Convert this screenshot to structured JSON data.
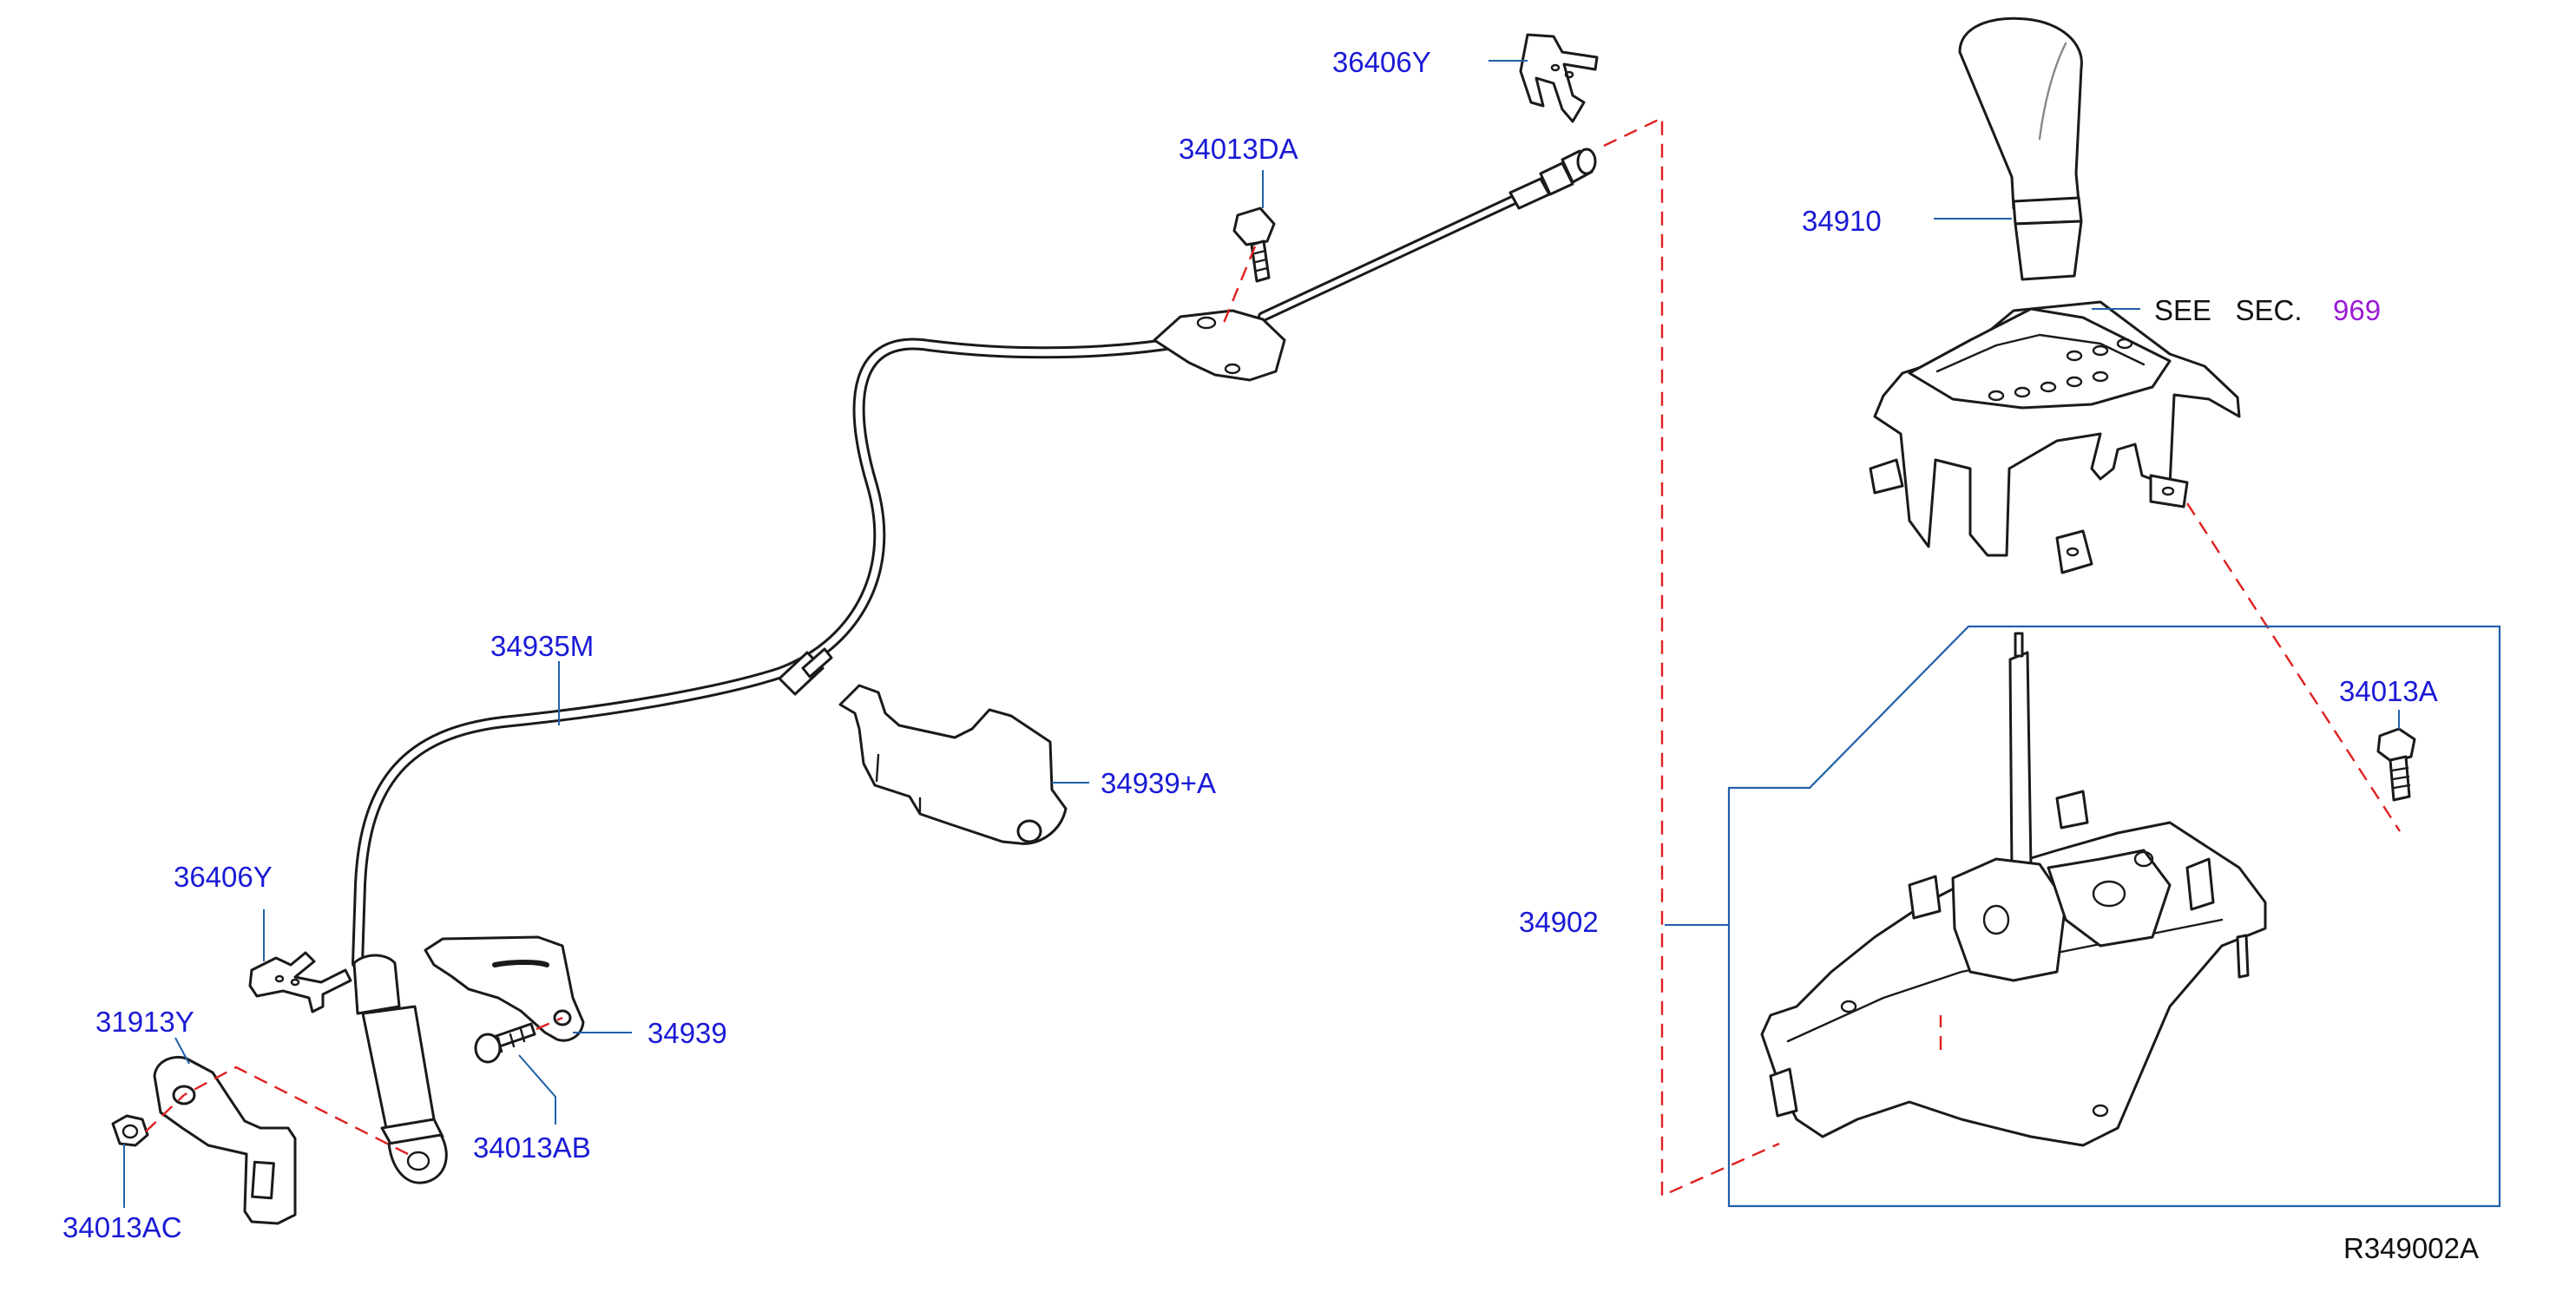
{
  "colors": {
    "label_blue": "#1a1ad6",
    "see_sec_number": "#9a1ad6",
    "leader_line": "#2060a8",
    "hidden_connection": "#e02020",
    "part_outline": "#1a1a1a"
  },
  "labels": {
    "clip_36406Y_top": "36406Y",
    "bolt_34013DA": "34013DA",
    "knob_34910": "34910",
    "see_sec_text": "SEE   SEC.",
    "see_sec_num": "969",
    "cable_34935M": "34935M",
    "bracket_34939A": "34939+A",
    "clip_36406Y_bottom": "36406Y",
    "bracket_31913Y": "31913Y",
    "bracket_34939": "34939",
    "bolt_34013AB": "34013AB",
    "nut_34013AC": "34013AC",
    "device_34902": "34902",
    "bolt_34013A": "34013A"
  },
  "reference": "R349002A"
}
